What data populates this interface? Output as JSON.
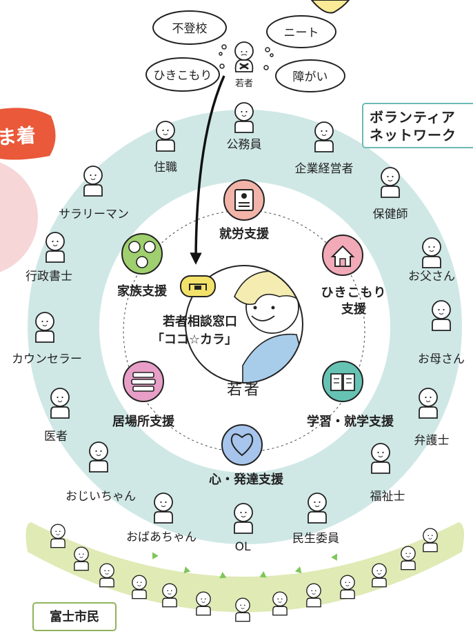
{
  "header_fragment": "ま着",
  "volunteer_network": {
    "line1": "ボランティア",
    "line2": "ネットワーク"
  },
  "issues": [
    "不登校",
    "ニート",
    "ひきこもり",
    "障がい"
  ],
  "youth_top_label": "若者",
  "center": {
    "line1": "若者相談窓口",
    "line2": "「ココ☆カラ」",
    "youth_label": "若者"
  },
  "supports": {
    "work": "就労支援",
    "hikikomori": {
      "line1": "ひきこもり",
      "line2": "支援"
    },
    "family": "家族支援",
    "place": "居場所支援",
    "study": "学習・就学支援",
    "mind": "心・発達支援"
  },
  "network_people": [
    "公務員",
    "企業経営者",
    "保健師",
    "お父さん",
    "お母さん",
    "弁護士",
    "福祉士",
    "民生委員",
    "OL",
    "おばあちゃん",
    "おじいちゃん",
    "医者",
    "カウンセラー",
    "行政書士",
    "サラリーマン",
    "住職"
  ],
  "citizens_label": "富士市民",
  "colors": {
    "ring": "#cfe8e6",
    "orange": "#e9593a",
    "pink": "#f7d6d8",
    "green_band": "#dfeab5",
    "work": "#f2b4a8",
    "hikikomori": "#f2aab8",
    "family": "#9fcf6e",
    "place": "#e79ec7",
    "study": "#66c3b4",
    "mind": "#a7c5ec",
    "tablet": "#f3e26a",
    "shirt": "#a8cdea",
    "hair": "#f4ecb0"
  }
}
